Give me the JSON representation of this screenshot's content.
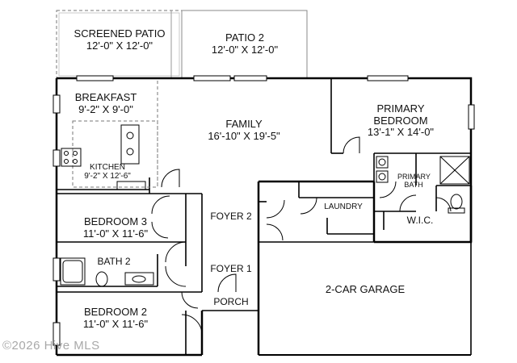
{
  "rooms": {
    "screened_patio": {
      "name": "SCREENED PATIO",
      "dims": "12'-0\" X 12'-0\""
    },
    "patio_2": {
      "name": "PATIO 2",
      "dims": "12'-0\" X 12'-0\""
    },
    "breakfast": {
      "name": "BREAKFAST",
      "dims": "9'-2\" X 9'-0\""
    },
    "family": {
      "name": "FAMILY",
      "dims": "16'-10\" X 19'-5\""
    },
    "primary_bedroom": {
      "name": "PRIMARY BEDROOM",
      "dims": "13'-1\" X 14'-0\""
    },
    "kitchen": {
      "name": "KITCHEN",
      "dims": "9'-2\" X 12'-6\""
    },
    "primary_bath": {
      "name": "PRIMARY BATH"
    },
    "bedroom_3": {
      "name": "BEDROOM 3",
      "dims": "11'-0\" X 11'-6\""
    },
    "foyer_2": {
      "name": "FOYER 2"
    },
    "laundry": {
      "name": "LAUNDRY"
    },
    "wic": {
      "name": "W.I.C."
    },
    "bath_2": {
      "name": "BATH 2"
    },
    "foyer_1": {
      "name": "FOYER 1"
    },
    "garage": {
      "name": "2-CAR GARAGE"
    },
    "porch": {
      "name": "PORCH"
    },
    "bedroom_2": {
      "name": "BEDROOM 2",
      "dims": "11'-0\" X 11'-6\""
    }
  },
  "watermark": "©2026 Hive MLS"
}
